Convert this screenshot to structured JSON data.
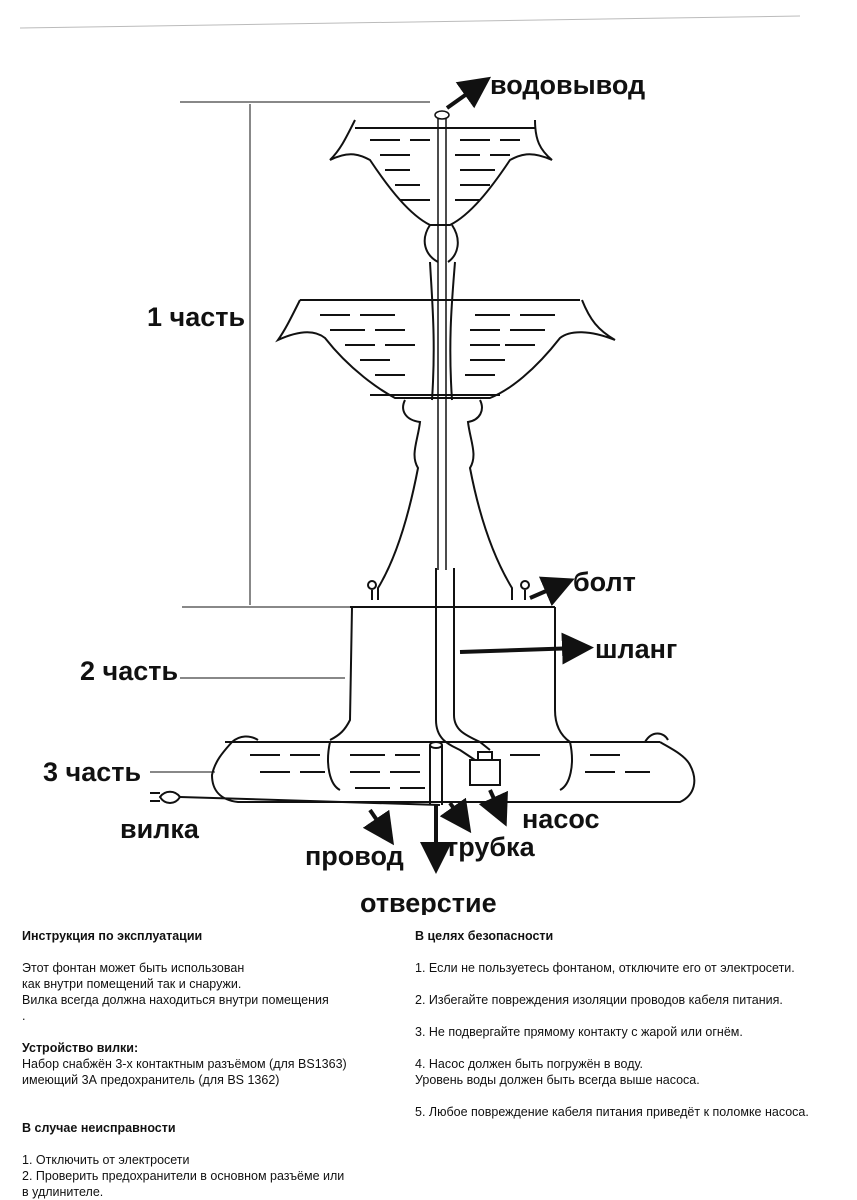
{
  "diagram": {
    "labels": {
      "outlet": "водовывод",
      "part1": "1 часть",
      "bolt": "болт",
      "hose": "шланг",
      "part2": "2 часть",
      "part3": "3 часть",
      "plug": "вилка",
      "pump": "насос",
      "wire": "провод",
      "tube": "трубка",
      "hole": "отверстие"
    }
  },
  "instructions": {
    "title": "Инструкция по эксплуатации",
    "intro": [
      "Этот фонтан может быть использован",
      "как внутри помещений так и снаружи.",
      "Вилка всегда должна находиться внутри помещения",
      "."
    ],
    "plug_title": "Устройство вилки:",
    "plug_lines": [
      "Набор снабжён 3-х контактным разъёмом (для  BS1363)",
      "имеющий 3А предохранитель (для  BS 1362)"
    ],
    "fault_title": "В случае неисправности",
    "fault_lines": [
      "1. Отключить от электросети",
      "2. Проверить предохранители в основном разъёме или",
      "в удлинителе."
    ]
  },
  "safety": {
    "title": "В целях безопасности",
    "items": [
      "1. Если  не пользуетесь фонтаном, отключите его от электросети.",
      "2. Избегайте повреждения изоляции проводов кабеля питания.",
      "3. Не подвергайте  прямому контакту с жарой или огнём.",
      "4. Насос должен быть погружён в воду.",
      "Уровень воды должен быть всегда выше насоса.",
      "5. Любое повреждение кабеля питания приведёт к поломке насоса."
    ]
  }
}
